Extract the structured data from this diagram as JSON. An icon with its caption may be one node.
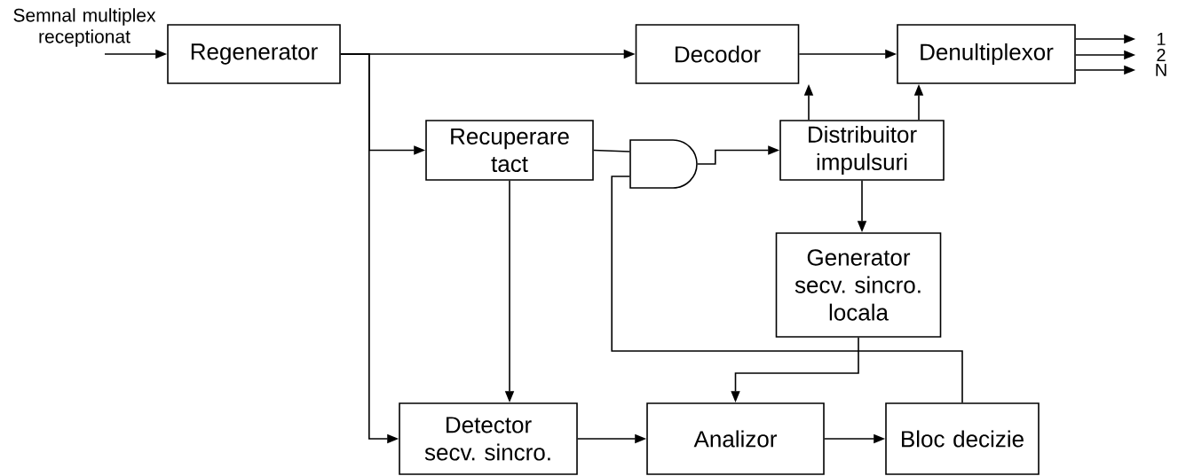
{
  "diagram": {
    "nodes": [
      {
        "text": [
          "Semnal multiplex receptionat"
        ]
      },
      {
        "text": [
          "Regenerator"
        ]
      },
      {
        "text": [
          "Decodor"
        ]
      },
      {
        "text": [
          "Denultiplexor"
        ]
      },
      {
        "text": [
          "Recuperare tact"
        ]
      },
      {
        "text": [],
        "shape": "gate"
      },
      {
        "text": [
          "Distribuitor impulsuri"
        ]
      },
      {
        "text": [
          "Generator secv. sincro. locala"
        ]
      },
      {
        "text": [
          "Detector secv. sincro."
        ]
      },
      {
        "text": [
          "Analizor"
        ]
      },
      {
        "text": [
          "Bloc decizie"
        ]
      },
      {
        "text": [
          "1"
        ]
      },
      {
        "text": [
          "2"
        ]
      },
      {
        "text": [
          "N"
        ]
      }
    ],
    "edges": [
      {
        "from": 0,
        "to": 1,
        "arrow": "to"
      },
      {
        "from": 1,
        "to": 2,
        "arrow": "to"
      },
      {
        "from": 1,
        "to": 4,
        "arrow": "to"
      },
      {
        "from": 1,
        "to": 8,
        "arrow": "to"
      },
      {
        "from": 2,
        "to": 3,
        "arrow": "to"
      },
      {
        "from": 6,
        "to": 2,
        "arrow": "to"
      },
      {
        "from": 6,
        "to": 3,
        "arrow": "to"
      },
      {
        "from": 4,
        "to": 5,
        "arrow": "none"
      },
      {
        "from": 4,
        "to": 8,
        "arrow": "to"
      },
      {
        "from": 5,
        "to": 6,
        "arrow": "to"
      },
      {
        "from": 6,
        "to": 7,
        "arrow": "to"
      },
      {
        "from": 7,
        "to": 9,
        "arrow": "to"
      },
      {
        "from": 10,
        "to": 5,
        "arrow": "none"
      },
      {
        "from": 8,
        "to": 9,
        "arrow": "to"
      },
      {
        "from": 9,
        "to": 10,
        "arrow": "to"
      },
      {
        "from": 3,
        "to": 11,
        "arrow": "to"
      },
      {
        "from": 3,
        "to": 12,
        "arrow": "to"
      },
      {
        "from": 3,
        "to": 13,
        "arrow": "to"
      }
    ]
  }
}
